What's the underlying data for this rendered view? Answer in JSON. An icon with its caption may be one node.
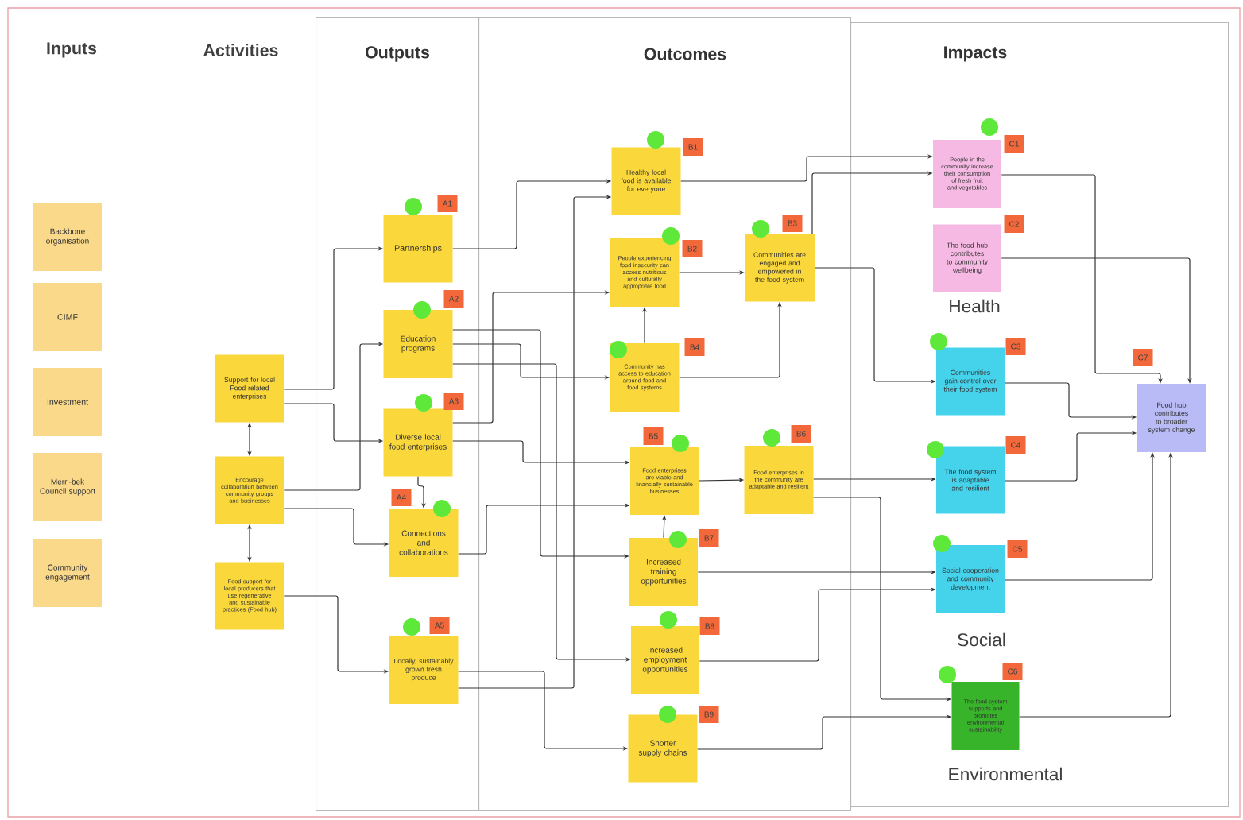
{
  "diagram": {
    "nodes": [
      {
        "text": [
          "Outputs"
        ]
      },
      {
        "text": [
          "Outcomes"
        ]
      },
      {
        "text": [
          "Impacts"
        ]
      },
      {
        "text": [
          "Backbone organisation"
        ]
      },
      {
        "text": [
          "CIMF"
        ]
      },
      {
        "text": [
          "Investment"
        ]
      },
      {
        "text": [
          "Merri-bek Council support"
        ]
      },
      {
        "text": [
          "Community engagement"
        ]
      },
      {
        "text": [
          "Support for local Food related enterprises"
        ]
      },
      {
        "text": [
          "Encourage collaboration between community groups and businesses"
        ]
      },
      {
        "text": [
          "Food support for local producers that use regenerative and sustainable practices (Food hub)"
        ]
      },
      {
        "text": [
          "Partnerships"
        ],
        "beside": [
          "A1"
        ],
        "in": 0
      },
      {
        "text": [
          "Education programs"
        ],
        "beside": [
          "A2"
        ],
        "in": 0
      },
      {
        "text": [
          "Diverse local food enterprises"
        ],
        "beside": [
          "A3"
        ],
        "in": 0
      },
      {
        "text": [
          "Connections and collaborations"
        ],
        "beside": [
          "A4"
        ],
        "in": 0
      },
      {
        "text": [
          "Locally, sustainably grown fresh produce"
        ],
        "beside": [
          "A5"
        ],
        "in": 0
      },
      {
        "text": [
          "Healthy local food is available for everyone"
        ],
        "beside": [
          "B1"
        ],
        "in": 1
      },
      {
        "text": [
          "People experiencing food insecurity can access nutritious and culturally appropriate food"
        ],
        "beside": [
          "B2"
        ],
        "in": 1
      },
      {
        "text": [
          "Communities are engaged and empowered in the food system"
        ],
        "beside": [
          "B3"
        ],
        "in": 1
      },
      {
        "text": [
          "Community has access to education around food and food systems"
        ],
        "beside": [
          "B4"
        ],
        "in": 1
      },
      {
        "text": [
          "Food enterprises are viable and financially sustainable businesses"
        ],
        "beside": [
          "B5"
        ],
        "in": 1
      },
      {
        "text": [
          "Food enterprises in the community are adaptable and resilient"
        ],
        "beside": [
          "B6"
        ],
        "in": 1
      },
      {
        "text": [
          "Increased training opportunities"
        ],
        "beside": [
          "B7"
        ],
        "in": 1
      },
      {
        "text": [
          "Increased employment opportunities"
        ],
        "beside": [
          "B8"
        ],
        "in": 1
      },
      {
        "text": [
          "Shorter supply chains"
        ],
        "beside": [
          "B9"
        ],
        "in": 1
      },
      {
        "text": [
          "People in the community increase their consumption of fresh fruit and vegetables"
        ],
        "beside": [
          "C1"
        ],
        "in": 2
      },
      {
        "text": [
          "The food hub contributes to community wellbeing"
        ],
        "beside": [
          "C2"
        ],
        "in": 2
      },
      {
        "text": [
          "Communities gain control over their food system"
        ],
        "beside": [
          "C3"
        ],
        "in": 2
      },
      {
        "text": [
          "The food system is adaptable and resilient"
        ],
        "beside": [
          "C4"
        ],
        "in": 2
      },
      {
        "text": [
          "Social cooperation and community development"
        ],
        "beside": [
          "C5"
        ],
        "in": 2
      },
      {
        "text": [
          "The food system supports and promotes environmental sustainability"
        ],
        "beside": [
          "C6"
        ],
        "in": 2
      },
      {
        "text": [
          "Food hub contributes to broader system change"
        ],
        "beside": [
          "C7"
        ],
        "in": 2
      }
    ],
    "edges": [
      {
        "from": 8,
        "to": 9,
        "arrow": "both"
      },
      {
        "from": 9,
        "to": 10,
        "arrow": "both"
      },
      {
        "from": 8,
        "to": 11,
        "arrow": "to"
      },
      {
        "from": 8,
        "to": 13,
        "arrow": "to"
      },
      {
        "from": 9,
        "to": 12,
        "arrow": "to"
      },
      {
        "from": 9,
        "to": 14,
        "arrow": "to"
      },
      {
        "from": 10,
        "to": 15,
        "arrow": "to"
      },
      {
        "from": 13,
        "to": 14,
        "arrow": "to"
      },
      {
        "from": 11,
        "to": 16,
        "arrow": "to"
      },
      {
        "from": 12,
        "to": 22,
        "arrow": "to"
      },
      {
        "from": 12,
        "to": 19,
        "arrow": "to"
      },
      {
        "from": 12,
        "to": 23,
        "arrow": "to"
      },
      {
        "from": 13,
        "to": 17,
        "arrow": "to"
      },
      {
        "from": 13,
        "to": 20,
        "arrow": "to"
      },
      {
        "from": 14,
        "to": 20,
        "arrow": "to"
      },
      {
        "from": 15,
        "to": 24,
        "arrow": "to"
      },
      {
        "from": 15,
        "to": 16,
        "arrow": "to"
      },
      {
        "from": 19,
        "to": 17,
        "arrow": "to"
      },
      {
        "from": 19,
        "to": 18,
        "arrow": "to"
      },
      {
        "from": 17,
        "to": 18,
        "arrow": "to"
      },
      {
        "from": 22,
        "to": 20,
        "arrow": "to"
      },
      {
        "from": 20,
        "to": 21,
        "arrow": "to"
      },
      {
        "from": 16,
        "to": 25,
        "arrow": "to"
      },
      {
        "from": 18,
        "to": 25,
        "arrow": "to"
      },
      {
        "from": 18,
        "to": 27,
        "arrow": "to"
      },
      {
        "from": 21,
        "to": 28,
        "arrow": "to"
      },
      {
        "from": 21,
        "to": 30,
        "arrow": "to"
      },
      {
        "from": 22,
        "to": 29,
        "arrow": "to"
      },
      {
        "from": 23,
        "to": 29,
        "arrow": "to"
      },
      {
        "from": 24,
        "to": 30,
        "arrow": "to"
      },
      {
        "from": 25,
        "to": 31,
        "arrow": "to"
      },
      {
        "from": 26,
        "to": 31,
        "arrow": "to"
      },
      {
        "from": 27,
        "to": 31,
        "arrow": "to"
      },
      {
        "from": 28,
        "to": 31,
        "arrow": "to"
      },
      {
        "from": 29,
        "to": 31,
        "arrow": "to"
      },
      {
        "from": 30,
        "to": 31,
        "arrow": "to"
      }
    ],
    "labels": [
      "Inputs",
      "Activities",
      "Health",
      "Social",
      "Environmental"
    ]
  }
}
